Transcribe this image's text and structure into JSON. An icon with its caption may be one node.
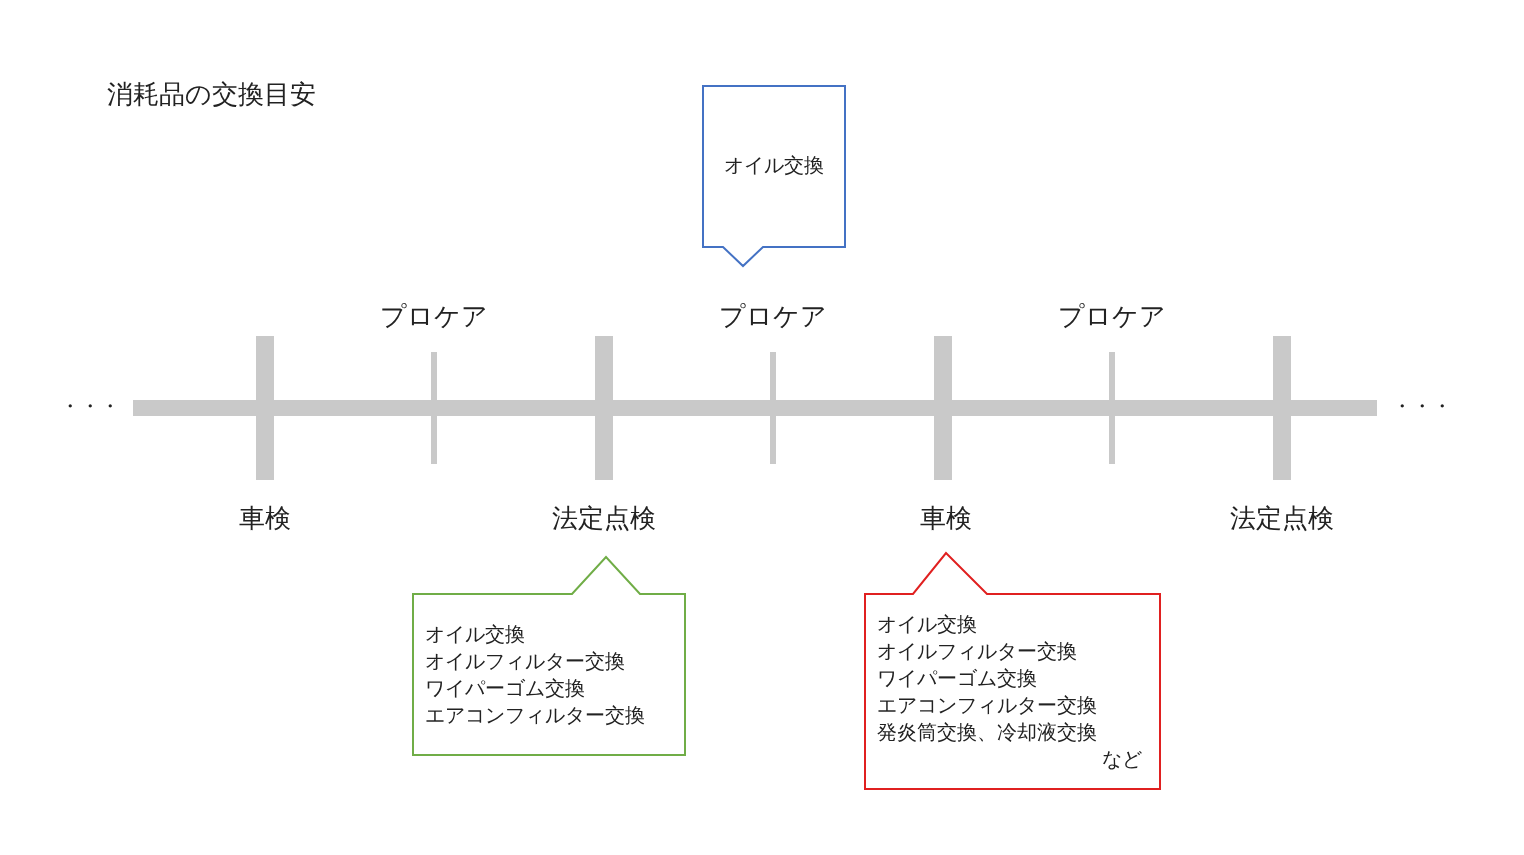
{
  "diagram": {
    "title": "消耗品の交換目安",
    "nodes": [
      {
        "text": [
          "オイル交換"
        ]
      },
      {
        "text": [
          "オイル交換",
          "オイルフィルター交換",
          "ワイパーゴム交換",
          "エアコンフィルター交換"
        ]
      },
      {
        "text": [
          "オイル交換",
          "オイルフィルター交換",
          "ワイパーゴム交換",
          "エアコンフィルター交換",
          "発炎筒交換、冷却液交換",
          "など"
        ]
      }
    ],
    "labels": [
      "プロケア",
      "プロケア",
      "プロケア",
      "・・・",
      "・・・",
      "車検",
      "法定点検",
      "車検",
      "法定点検"
    ]
  }
}
